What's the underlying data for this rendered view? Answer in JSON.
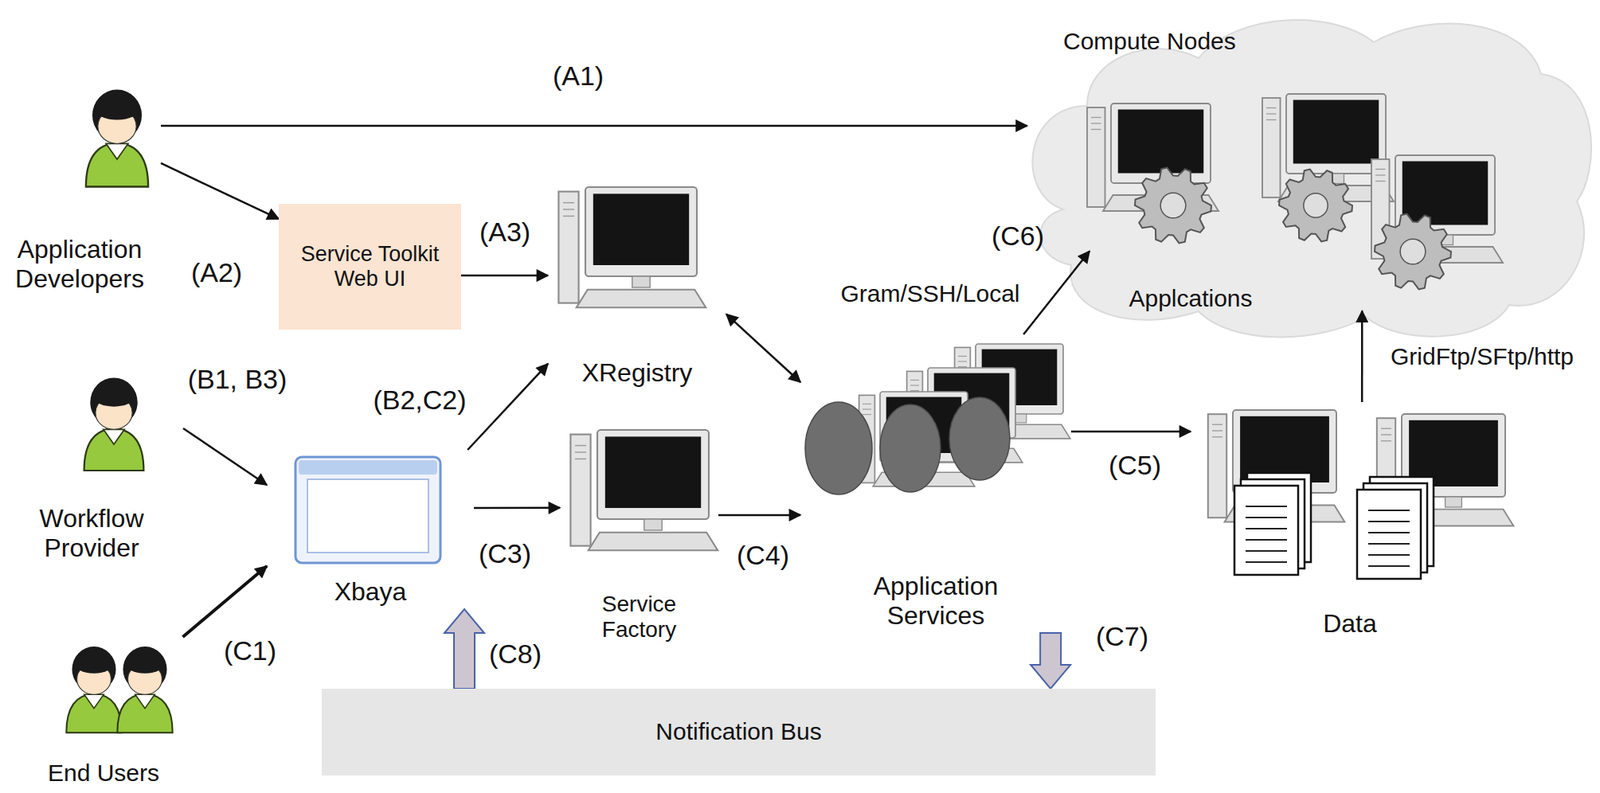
{
  "diagram": {
    "nodes": [
      {
        "text": [
          "Application Developers"
        ]
      },
      {
        "text": [
          "Service Toolkit Web UI"
        ]
      },
      {
        "text": [
          "XRegistry"
        ]
      },
      {
        "text": [
          "Compute Nodes"
        ]
      },
      {
        "text": [
          "Applcations"
        ],
        "in": 3
      },
      {
        "text": [
          "Workflow Provider"
        ]
      },
      {
        "text": [
          "Xbaya"
        ]
      },
      {
        "text": [
          "Service Factory"
        ]
      },
      {
        "text": [
          "Application Services"
        ]
      },
      {
        "text": [
          "Data"
        ]
      },
      {
        "text": [
          "End Users"
        ]
      },
      {
        "text": [
          "Notification Bus"
        ]
      }
    ],
    "edges": [
      {
        "from": 0,
        "to": 3,
        "arrow": "to",
        "label": "(A1)"
      },
      {
        "from": 0,
        "to": 1,
        "arrow": "to",
        "label": "(A2)"
      },
      {
        "from": 1,
        "to": 2,
        "arrow": "to",
        "label": "(A3)"
      },
      {
        "from": 5,
        "to": 6,
        "arrow": "to",
        "label": "(B1, B3)"
      },
      {
        "from": 10,
        "to": 6,
        "arrow": "to",
        "label": "(C1)"
      },
      {
        "from": 6,
        "to": 2,
        "arrow": "to",
        "label": "(B2,C2)"
      },
      {
        "from": 6,
        "to": 7,
        "arrow": "to",
        "label": "(C3)"
      },
      {
        "from": 7,
        "to": 8,
        "arrow": "to",
        "label": "(C4)"
      },
      {
        "from": 2,
        "to": 8,
        "arrow": "both"
      },
      {
        "from": 8,
        "to": 9,
        "arrow": "to",
        "label": "(C5)"
      },
      {
        "from": 8,
        "to": 4,
        "arrow": "to",
        "label": "(C6)"
      },
      {
        "from": 9,
        "to": 3,
        "arrow": "to",
        "label": "GridFtp/SFtp/http"
      },
      {
        "from": 8,
        "to": 11,
        "arrow": "to",
        "label": "(C7)"
      },
      {
        "from": 11,
        "to": 6,
        "arrow": "to",
        "label": "(C8)"
      }
    ],
    "labels": [
      "Gram/SSH/Local"
    ]
  }
}
